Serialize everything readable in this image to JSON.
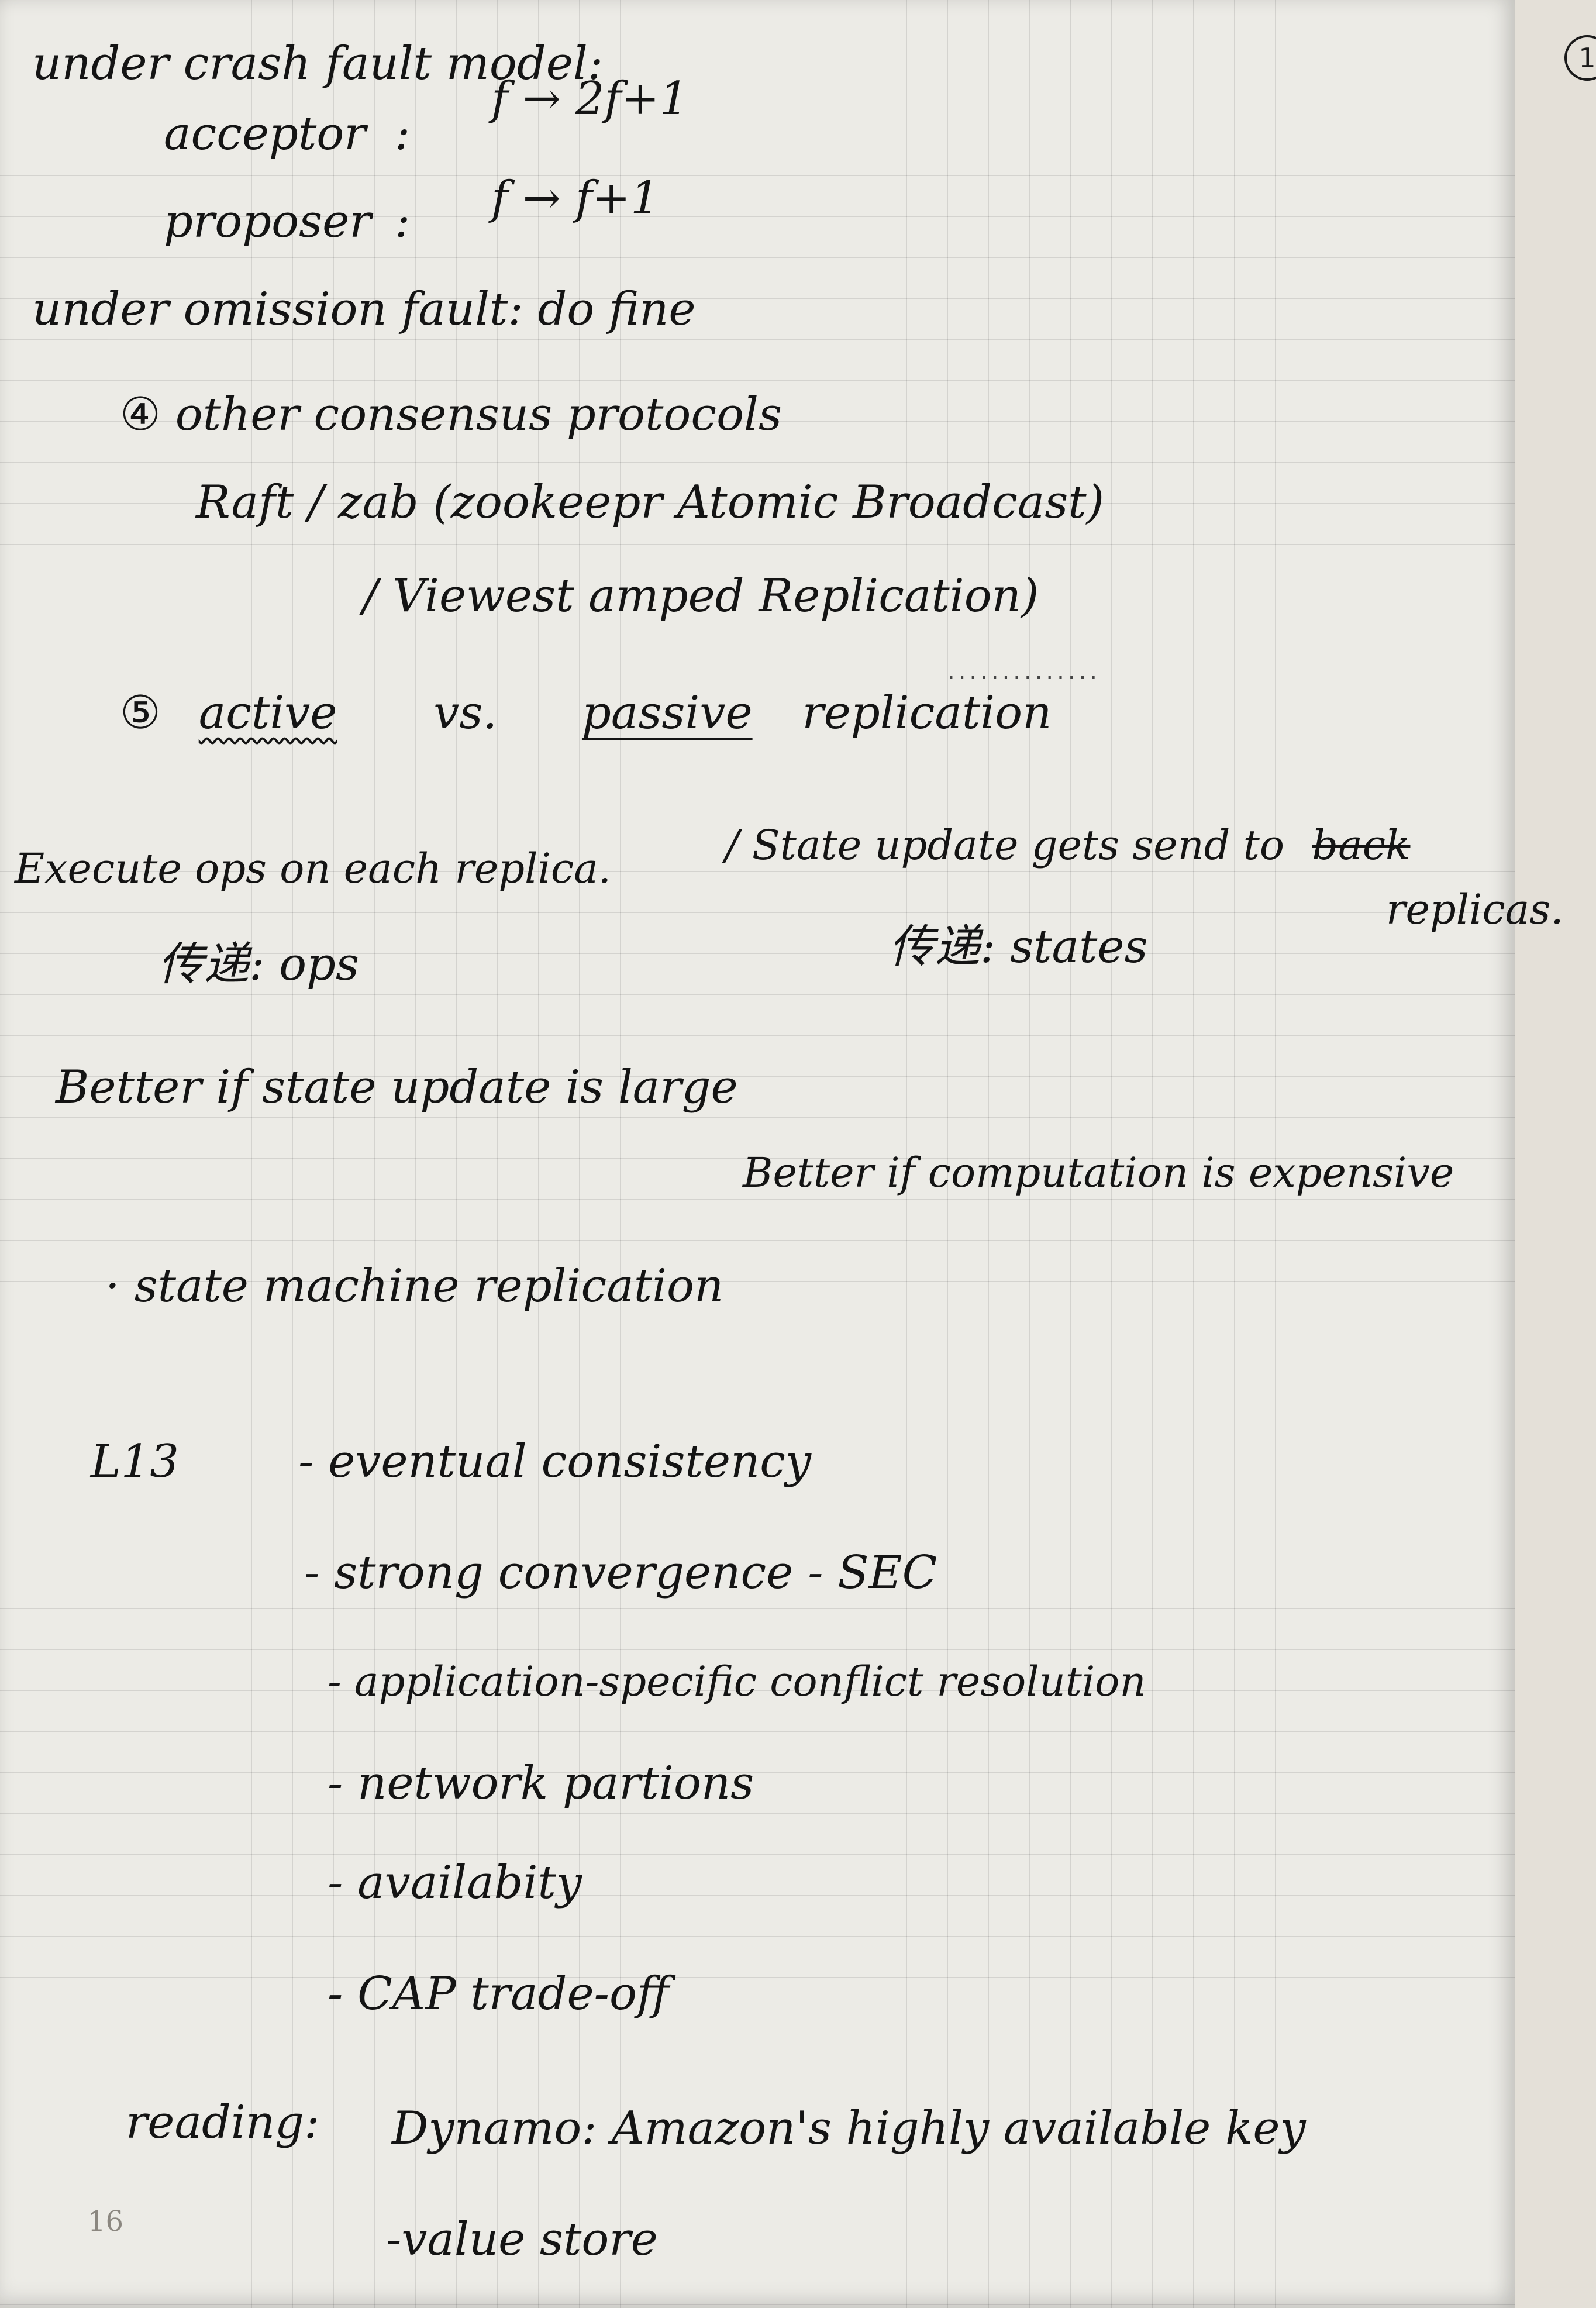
{
  "notes": {
    "l01": "under crash fault model:",
    "l02_label": "acceptor",
    "l02_colon": ":",
    "l02_value": "f → 2f+1",
    "l03_label": "proposer",
    "l03_colon": ":",
    "l03_value": "f → f+1",
    "l04": "under omission fault: do fine",
    "l05_num": "④",
    "l05_text": "other consensus protocols",
    "l06": "Raft / zab (zookeepr Atomic Broadcast)",
    "l07": "/ Viewest amped Replication)",
    "l08_num": "⑤",
    "l08_active": "active",
    "l08_vs": "vs.",
    "l08_passive": "passive",
    "l08_rest": "replication",
    "l09_left": "Execute ops on each replica.",
    "l09_right": "/ State update gets send to",
    "l09_struck": "back",
    "l09_cont": "replicas.",
    "l10_left": "传递: ops",
    "l10_right": "传递: states",
    "l11": "Better if state update is large",
    "l12": "Better if computation is expensive",
    "l13": "· state machine replication",
    "l14_tag": "L13",
    "l14_text": "- eventual consistency",
    "l15": "- strong convergence - SEC",
    "l16": "- application-specific conflict resolution",
    "l17": "- network partions",
    "l18": "- availabity",
    "l19": "- CAP trade-off",
    "l20_label": "reading:",
    "l20_text": "Dynamo: Amazon's highly available key",
    "l21": "-value store"
  },
  "page_number": "16",
  "side_mark": "1"
}
